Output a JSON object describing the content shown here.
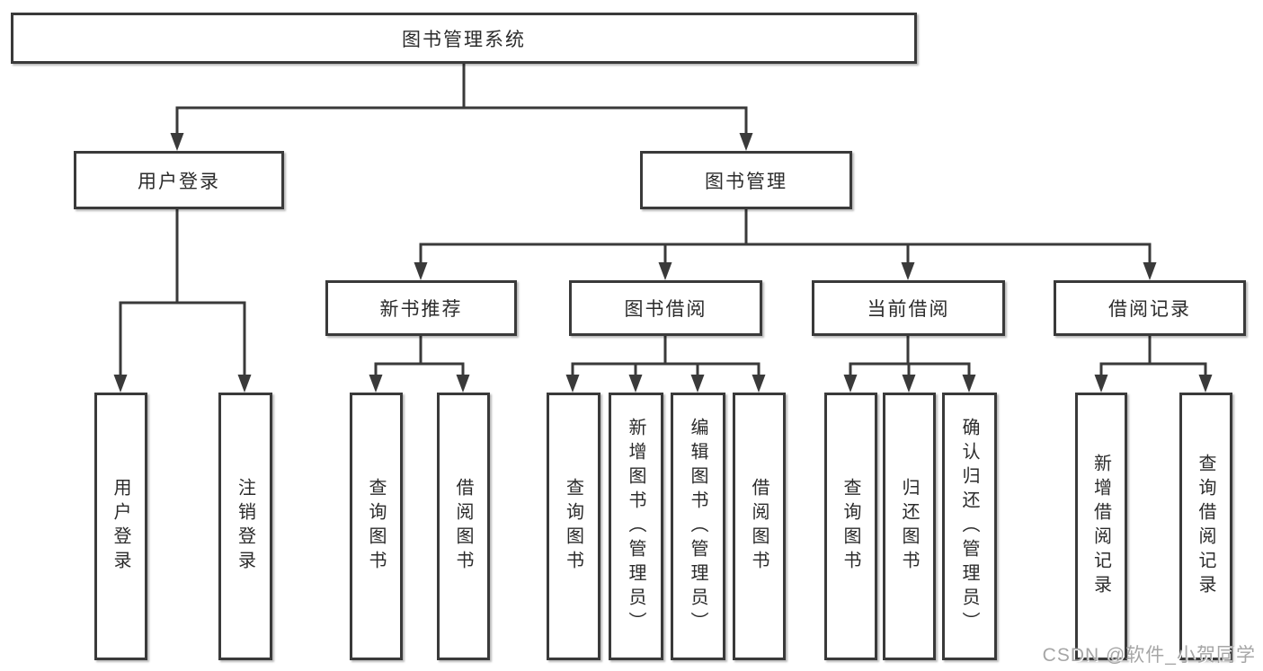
{
  "tree": {
    "root": "图书管理系统",
    "branches": {
      "user": {
        "label": "用户登录",
        "children": {
          "login": "用户登录",
          "logout": "注销登录"
        }
      },
      "books": {
        "label": "图书管理",
        "children": {
          "recommend": {
            "label": "新书推荐",
            "children": {
              "query": "查询图书",
              "borrow": "借阅图书"
            }
          },
          "borrow": {
            "label": "图书借阅",
            "children": {
              "query": "查询图书",
              "add": "新增图书（管理员）",
              "edit": "编辑图书（管理员）",
              "borrow": "借阅图书"
            }
          },
          "current": {
            "label": "当前借阅",
            "children": {
              "query": "查询图书",
              "return": "归还图书",
              "confirm": "确认归还（管理员）"
            }
          },
          "records": {
            "label": "借阅记录",
            "children": {
              "add": "新增借阅记录",
              "query": "查询借阅记录"
            }
          }
        }
      }
    }
  },
  "watermark": "CSDN @软件_小贺同学",
  "colors": {
    "line": "#3a3a3a",
    "text": "#2b2b2b",
    "background": "#ffffff",
    "watermark": "#a6a6a6"
  }
}
